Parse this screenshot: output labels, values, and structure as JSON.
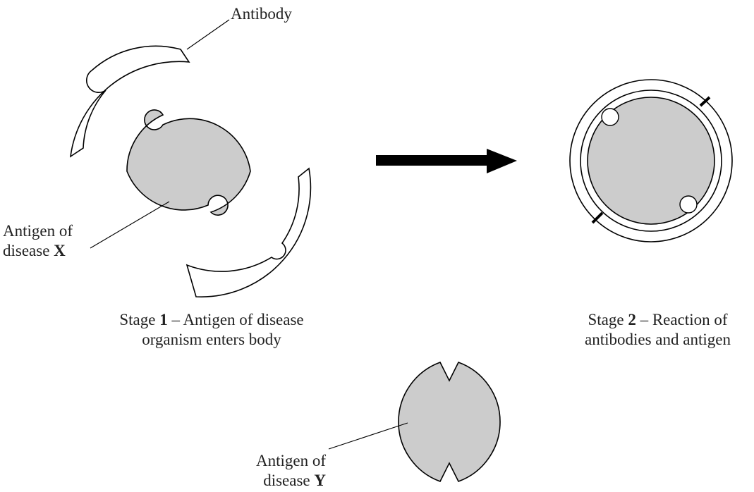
{
  "labels": {
    "antibody": "Antibody",
    "antigen_x_line1": "Antigen of",
    "antigen_x_line2": "disease",
    "antigen_x_letter": "X",
    "antigen_y_line1": "Antigen of",
    "antigen_y_line2": "disease",
    "antigen_y_letter": "Y"
  },
  "stage1": {
    "prefix": "Stage",
    "number": "1",
    "rest": "– Antigen of disease",
    "line2": "organism enters body"
  },
  "stage2": {
    "prefix": "Stage",
    "number": "2",
    "rest": "– Reaction of",
    "line2": "antibodies and antigen"
  },
  "colors": {
    "antigen_fill": "#cccccc",
    "antibody_fill": "#ffffff",
    "outline": "#000000"
  }
}
